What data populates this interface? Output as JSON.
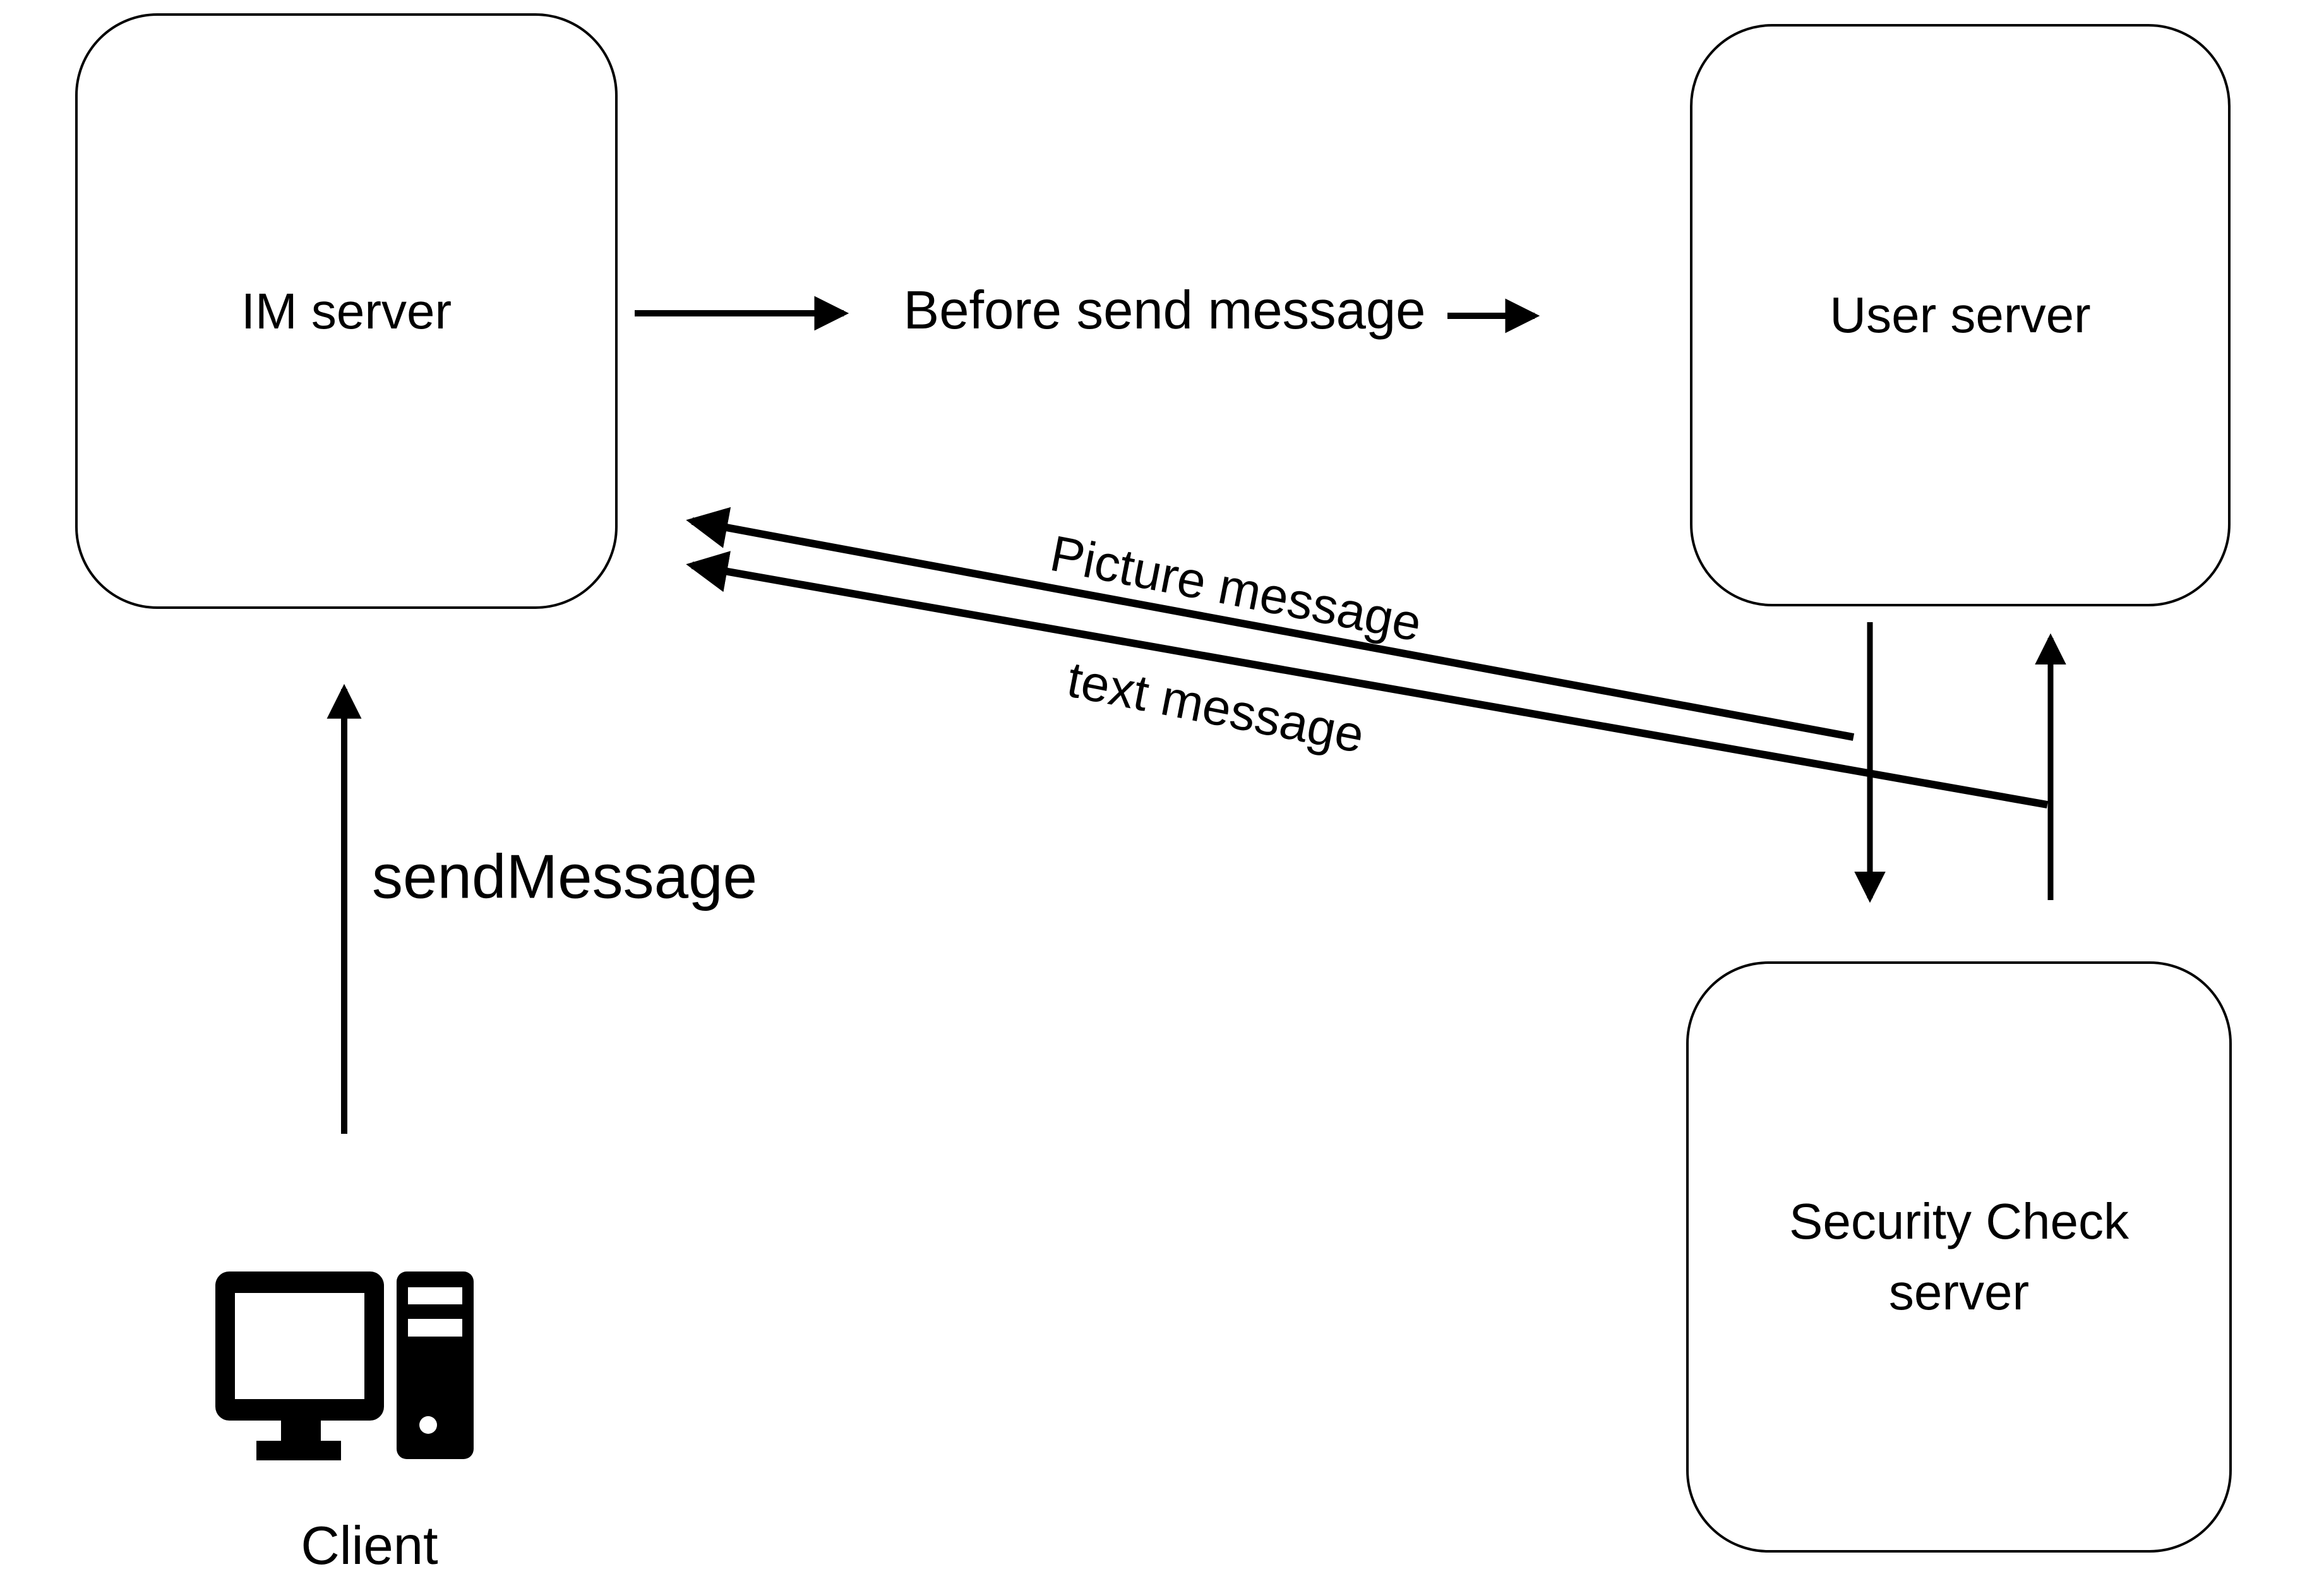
{
  "diagram": {
    "background_color": "#ffffff",
    "line_color": "#000000",
    "nodes": {
      "im_server": {
        "label": "IM server"
      },
      "user_server": {
        "label": "User server"
      },
      "security_check_server": {
        "label": "Security Check server"
      },
      "client": {
        "label": "Client"
      }
    },
    "edge_labels": {
      "before_send_message": "Before send message",
      "picture_message": "Picture message",
      "text_message": "text message",
      "send_message": "sendMessage"
    }
  }
}
